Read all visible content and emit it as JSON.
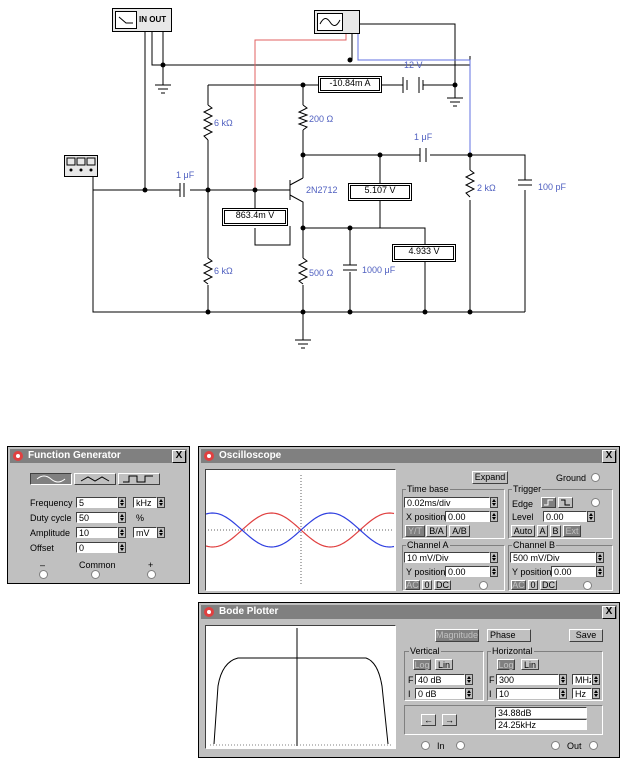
{
  "schematic": {
    "fg_terminals": "IN OUT",
    "ammeter": "-10.84m A",
    "battery": "12 V",
    "r_top_left": "6 kΩ",
    "r_collector": "200 Ω",
    "c_out": "1 μF",
    "c_in": "1 μF",
    "transistor": "2N2712",
    "vm_base": "863.4m V",
    "vm_ce": "5.107  V",
    "vm_emitter": "4.933  V",
    "r_load": "2 kΩ",
    "c_load": "100 pF",
    "r_bottom_left": "6 kΩ",
    "r_emitter": "500 Ω",
    "c_emitter": "1000 μF"
  },
  "function_generator": {
    "title": "Function Generator",
    "close": "X",
    "frequency_label": "Frequency",
    "frequency_value": "5",
    "frequency_unit": "kHz",
    "duty_label": "Duty cycle",
    "duty_value": "50",
    "duty_unit": "%",
    "amplitude_label": "Amplitude",
    "amplitude_value": "10",
    "amplitude_unit": "mV",
    "offset_label": "Offset",
    "offset_value": "0",
    "minus": "–",
    "common": "Common",
    "plus": "+"
  },
  "oscilloscope": {
    "title": "Oscilloscope",
    "close": "X",
    "expand": "Expand",
    "ground": "Ground",
    "timebase_label": "Time base",
    "timebase_value": "0.02ms/div",
    "xpos_label": "X position",
    "xpos_value": "0.00",
    "mode_yt": "Y/T",
    "mode_ba": "B/A",
    "mode_ab": "A/B",
    "trigger_label": "Trigger",
    "edge_label": "Edge",
    "level_label": "Level",
    "level_value": "0.00",
    "trig_auto": "Auto",
    "trig_a": "A",
    "trig_b": "B",
    "trig_ext": "Ext",
    "cha_label": "Channel A",
    "cha_value": "10 mV/Div",
    "cha_ypos_label": "Y position",
    "cha_ypos_value": "0.00",
    "chb_label": "Channel B",
    "chb_value": "500 mV/Div",
    "chb_ypos_label": "Y position",
    "chb_ypos_value": "0.00",
    "ac": "AC",
    "zero": "0",
    "dc": "DC",
    "colors": {
      "channel_a": "#e04040",
      "channel_b": "#3040e0"
    }
  },
  "bode": {
    "title": "Bode Plotter",
    "close": "X",
    "magnitude": "Magnitude",
    "phase": "Phase",
    "save": "Save",
    "vertical_label": "Vertical",
    "horizontal_label": "Horizontal",
    "log": "Log",
    "lin": "Lin",
    "v_f_label": "F",
    "v_f_value": "40 dB",
    "v_i_label": "I",
    "v_i_value": "0 dB",
    "h_f_label": "F",
    "h_f_value": "300",
    "h_f_unit": "MHz",
    "h_i_label": "I",
    "h_i_value": "10",
    "h_i_unit": "Hz",
    "readout_db": "34.88dB",
    "readout_freq": "24.25kHz",
    "left_arrow": "←",
    "right_arrow": "→",
    "in_label": "In",
    "out_label": "Out"
  }
}
